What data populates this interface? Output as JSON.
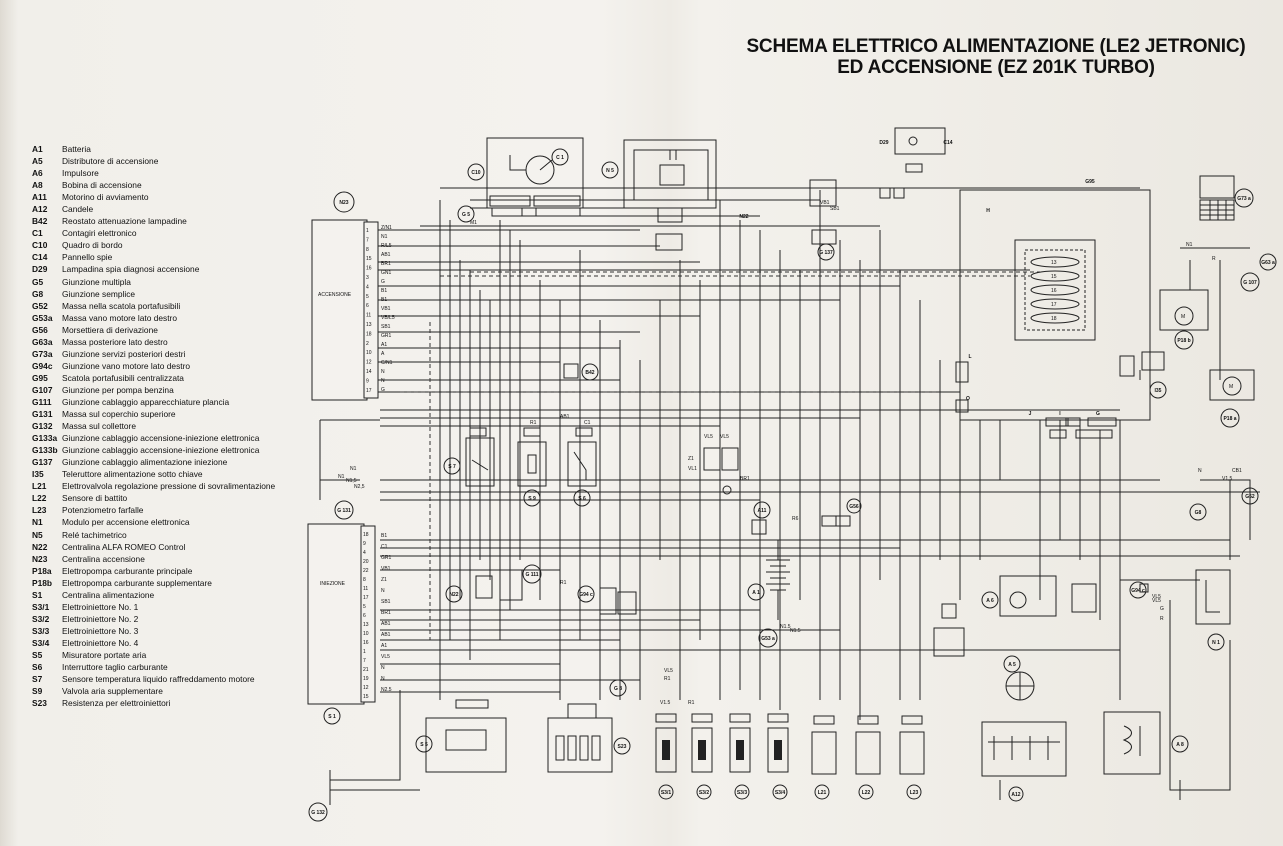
{
  "title": {
    "line1": "SCHEMA ELETTRICO ALIMENTAZIONE (LE2 JETRONIC)",
    "line2": "ED ACCENSIONE (EZ 201K TURBO)"
  },
  "legend": [
    {
      "code": "A1",
      "desc": "Batteria"
    },
    {
      "code": "A5",
      "desc": "Distributore di accensione"
    },
    {
      "code": "A6",
      "desc": "Impulsore"
    },
    {
      "code": "A8",
      "desc": "Bobina di accensione"
    },
    {
      "code": "A11",
      "desc": "Motorino di avviamento"
    },
    {
      "code": "A12",
      "desc": "Candele"
    },
    {
      "code": "B42",
      "desc": "Reostato attenuazione lampadine"
    },
    {
      "code": "C1",
      "desc": "Contagiri elettronico"
    },
    {
      "code": "C10",
      "desc": "Quadro di bordo"
    },
    {
      "code": "C14",
      "desc": "Pannello spie"
    },
    {
      "code": "D29",
      "desc": "Lampadina spia diagnosi accensione"
    },
    {
      "code": "G5",
      "desc": "Giunzione multipla"
    },
    {
      "code": "G8",
      "desc": "Giunzione semplice"
    },
    {
      "code": "G52",
      "desc": "Massa nella scatola portafusibili"
    },
    {
      "code": "G53a",
      "desc": "Massa vano motore lato destro"
    },
    {
      "code": "G56",
      "desc": "Morsettiera di derivazione"
    },
    {
      "code": "G63a",
      "desc": "Massa posteriore lato destro"
    },
    {
      "code": "G73a",
      "desc": "Giunzione servizi posteriori destri"
    },
    {
      "code": "G94c",
      "desc": "Giunzione vano motore lato destro"
    },
    {
      "code": "G95",
      "desc": "Scatola portafusibili centralizzata"
    },
    {
      "code": "G107",
      "desc": "Giunzione per pompa benzina"
    },
    {
      "code": "G111",
      "desc": "Giunzione cablaggio apparecchiature plancia"
    },
    {
      "code": "G131",
      "desc": "Massa sul coperchio superiore"
    },
    {
      "code": "G132",
      "desc": "Massa sul collettore"
    },
    {
      "code": "G133a",
      "desc": "Giunzione cablaggio accensione-iniezione elettronica"
    },
    {
      "code": "G133b",
      "desc": "Giunzione cablaggio accensione-iniezione elettronica"
    },
    {
      "code": "G137",
      "desc": "Giunzione cablaggio alimentazione iniezione"
    },
    {
      "code": "I35",
      "desc": "Teleruttore alimentazione sotto chiave"
    },
    {
      "code": "L21",
      "desc": "Elettrovalvola regolazione pressione di sovralimentazione"
    },
    {
      "code": "L22",
      "desc": "Sensore di battito"
    },
    {
      "code": "L23",
      "desc": "Potenziometro farfalle"
    },
    {
      "code": "N1",
      "desc": "Modulo per accensione elettronica"
    },
    {
      "code": "N5",
      "desc": "Relé tachimetrico"
    },
    {
      "code": "N22",
      "desc": "Centralina ALFA ROMEO Control"
    },
    {
      "code": "N23",
      "desc": "Centralina accensione"
    },
    {
      "code": "P18a",
      "desc": "Elettropompa carburante principale"
    },
    {
      "code": "P18b",
      "desc": "Elettropompa carburante supplementare"
    },
    {
      "code": "S1",
      "desc": "Centralina alimentazione"
    },
    {
      "code": "S3/1",
      "desc": "Elettroiniettore No. 1"
    },
    {
      "code": "S3/2",
      "desc": "Elettroiniettore No. 2"
    },
    {
      "code": "S3/3",
      "desc": "Elettroiniettore No. 3"
    },
    {
      "code": "S3/4",
      "desc": "Elettroiniettore No. 4"
    },
    {
      "code": "S5",
      "desc": "Misuratore portate aria"
    },
    {
      "code": "S6",
      "desc": "Interruttore taglio carburante"
    },
    {
      "code": "S7",
      "desc": "Sensore temperatura liquido raffreddamento motore"
    },
    {
      "code": "S9",
      "desc": "Valvola aria supplementare"
    },
    {
      "code": "S23",
      "desc": "Resistenza per elettroiniettori"
    }
  ],
  "modules": {
    "accensione": "ACCENSIONE",
    "iniezione": "INIEZIONE"
  },
  "components": {
    "n23": "N23",
    "c10": "C10",
    "c1": "C 1",
    "n5": "N 5",
    "g5": "G 5",
    "d29": "D29",
    "c14": "C14",
    "g137": "G 137",
    "n22_top": "N22",
    "g95": "G95",
    "g73a": "G73 a",
    "g63a": "G63 a",
    "g107": "G 107",
    "p18b": "P18 b",
    "p18a": "P18 a",
    "l": "L",
    "o": "O",
    "h": "H",
    "j": "J",
    "i": "I",
    "g": "G",
    "i35": "I35",
    "b42": "B42",
    "s7": "S 7",
    "s9": "S 9",
    "s6": "S 6",
    "g131": "G 131",
    "g132": "G 132",
    "a11": "A11",
    "g56": "G56",
    "g8_right": "G8",
    "g52": "G52",
    "g111": "G 111",
    "n22": "N22",
    "g94c": "G94 c",
    "a1": "A 1",
    "g53a": "G53 a",
    "a6": "A 6",
    "g94c_right": "G94 c",
    "n1": "N 1",
    "a5": "A 5",
    "g8": "G 8",
    "s1": "S 1",
    "s5": "S 5",
    "s23": "S23",
    "s31": "S3/1",
    "s32": "S3/2",
    "s33": "S3/3",
    "s34": "S3/4",
    "l21": "L21",
    "l22": "L22",
    "l23": "L23",
    "a12": "A12",
    "a8": "A 8"
  },
  "pins": {
    "accensione": [
      "1",
      "7",
      "8",
      "15",
      "16",
      "3",
      "4",
      "5",
      "6",
      "11",
      "13",
      "18",
      "2",
      "10",
      "12",
      "14",
      "9",
      "17"
    ],
    "iniezione": [
      "18",
      "9",
      "4",
      "20",
      "22",
      "8",
      "11",
      "17",
      "5",
      "6",
      "13",
      "10",
      "16",
      "1",
      "7",
      "21",
      "19",
      "12",
      "15"
    ]
  },
  "wires": {
    "acc": [
      "Z/N1",
      "N1",
      "R/L5",
      "AB1",
      "BR1",
      "GN1",
      "G",
      "B1",
      "B1",
      "VB1",
      "VB/L5",
      "SB1",
      "GR1",
      "A1",
      "A",
      "C/N1",
      "N",
      "N",
      "G"
    ],
    "inj": [
      "B1",
      "C1",
      "GR1",
      "VB1",
      "Z1",
      "N",
      "SB1",
      "BR1",
      "AB1",
      "AB1",
      "A1",
      "VL5",
      "N",
      "N",
      "N2.5"
    ],
    "misc": [
      "M1",
      "R1",
      "AB1",
      "C1",
      "N1",
      "N1",
      "N1,5",
      "N2,5",
      "N1.5",
      "VL5",
      "VL5",
      "SB1",
      "VL1",
      "Z1",
      "BR1",
      "VB1",
      "R6",
      "R1",
      "N1.5",
      "VL5",
      "VL5",
      "N1",
      "G",
      "R",
      "R",
      "N",
      "V1,5",
      "CB1",
      "VL5",
      "R1",
      "V1.5",
      "R1"
    ]
  },
  "fuses": [
    "13",
    "15",
    "16",
    "17",
    "18"
  ]
}
